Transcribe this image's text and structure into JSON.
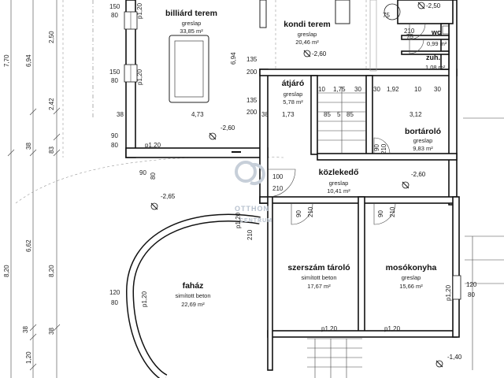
{
  "rooms": {
    "billiard": {
      "name": "billiárd terem",
      "material": "greslap",
      "area": "33,85 m²"
    },
    "gym": {
      "name": "kondi terem",
      "material": "greslap",
      "area": "20,46 m²",
      "level": "-2,60"
    },
    "wc": {
      "name": "wc",
      "area": "0,99 m²"
    },
    "shower": {
      "name": "zuh.",
      "area": "1,08 m²"
    },
    "passage": {
      "name": "átjáró",
      "material": "greslap",
      "area": "5,78 m²"
    },
    "wine": {
      "name": "bortároló",
      "material": "greslap",
      "area": "9,83 m²"
    },
    "corridor": {
      "name": "közlekedő",
      "material": "greslap",
      "area": "10,41 m²",
      "level": "-2,60"
    },
    "shed": {
      "name": "faház",
      "material": "simított beton",
      "area": "22,69 m²"
    },
    "tools": {
      "name": "szerszám tároló",
      "material": "simított beton",
      "area": "17,67 m²"
    },
    "laundry": {
      "name": "mosókonyha",
      "material": "greslap",
      "area": "15,66 m²"
    }
  },
  "levels": {
    "top_right": "-2,50",
    "main": "-2,60",
    "yard": "-2,65",
    "bottom_right": "-1,40"
  },
  "dims": {
    "d150a": "150",
    "d80a": "80",
    "d150b": "150",
    "d80b": "80",
    "d90a": "90",
    "d80c": "80",
    "d38a": "38",
    "d38b": "38",
    "d473": "4,73",
    "d135a": "135",
    "d200a": "200",
    "d135b": "135",
    "d200b": "200",
    "d38c": "38",
    "d173": "1,73",
    "d10": "10",
    "d175": "1,75",
    "d30a": "30",
    "d30b": "30",
    "d192": "1,92",
    "d10b": "10",
    "d30c": "30",
    "d312": "3,12",
    "d85a": "85",
    "d5": "5",
    "d85b": "85",
    "d75a": "75",
    "d210a": "210",
    "d75b": "75",
    "d210b": "210",
    "d90b": "90",
    "d80d": "80",
    "d100": "100",
    "d210c": "210",
    "d90c": "90",
    "d210d": "210",
    "d90d": "90",
    "d210e": "210",
    "d90e": "90",
    "d210f": "210",
    "d120a": "120",
    "d80e": "80",
    "d120b": "120",
    "d80f": "80",
    "p120a": "p1,20",
    "p120b": "p1,20",
    "p120c": "p1,20",
    "p120d": "p1,20",
    "p120e": "p1,20",
    "p120f": "p1,20",
    "p120g": "p1,20",
    "p120h": "p1,20",
    "d694a": "6,94",
    "d694b": "6,94",
    "d770": "7,70",
    "d250": "2,50",
    "d242": "2,42",
    "d38v": "38",
    "d83": "83",
    "d662": "6,62",
    "d820a": "8,20",
    "d820b": "8,20",
    "d38v2": "38",
    "d120v": "1,20",
    "d38v3": "38",
    "d38v4": "38",
    "d210v": "210",
    "d120v2": "120"
  },
  "watermark": {
    "line1": "OTTHON",
    "line2": "CENTRUM"
  }
}
